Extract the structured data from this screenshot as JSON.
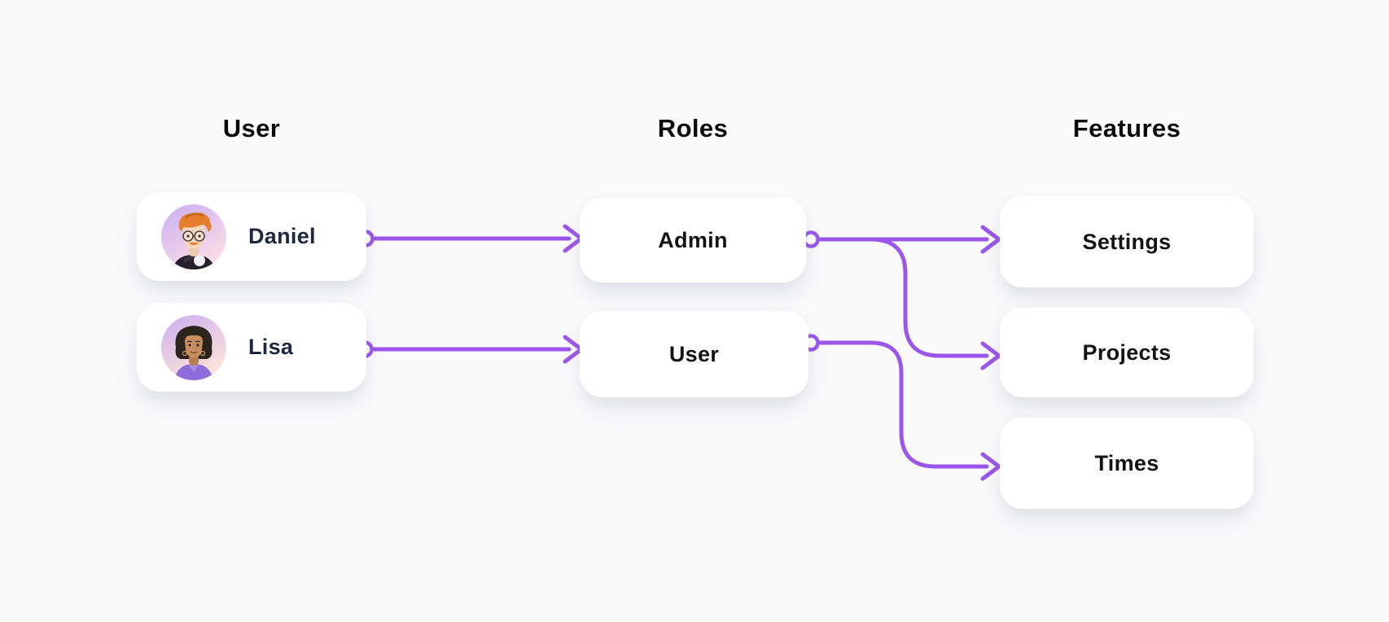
{
  "colors": {
    "accent": "#9b57ea",
    "background": "#fafafb",
    "user_name_text": "#1c2840",
    "node_label_text": "#141414"
  },
  "columns": {
    "user": {
      "heading": "User",
      "cards": [
        {
          "label": "Daniel",
          "avatar_icon": "daniel-3d-avatar"
        },
        {
          "label": "Lisa",
          "avatar_icon": "lisa-3d-avatar"
        }
      ]
    },
    "roles": {
      "heading": "Roles",
      "cards": [
        {
          "label": "Admin"
        },
        {
          "label": "User"
        }
      ]
    },
    "features": {
      "heading": "Features",
      "cards": [
        {
          "label": "Settings"
        },
        {
          "label": "Projects"
        },
        {
          "label": "Times"
        }
      ]
    }
  },
  "connections": [
    {
      "from": "Daniel",
      "to": "Admin"
    },
    {
      "from": "Lisa",
      "to": "User"
    },
    {
      "from": "Admin",
      "to": "Settings"
    },
    {
      "from": "Admin",
      "to": "Projects"
    },
    {
      "from": "User",
      "to": "Times"
    }
  ]
}
